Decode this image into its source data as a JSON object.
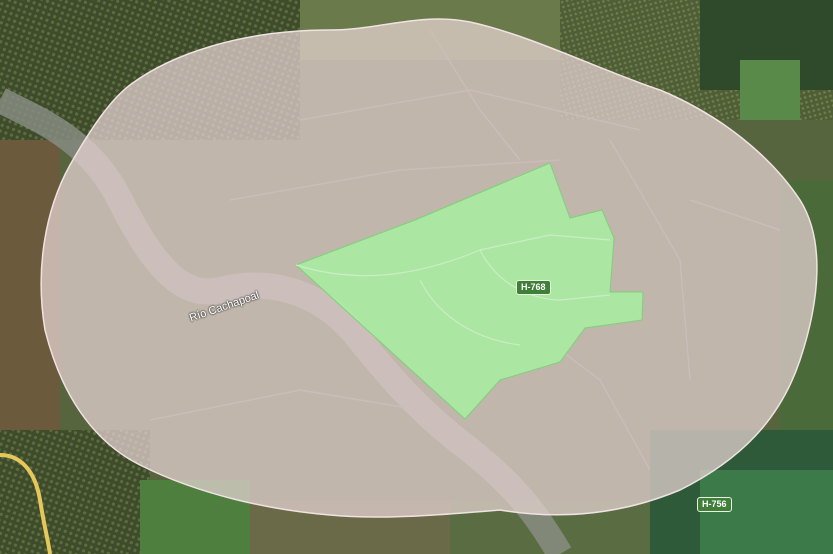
{
  "map": {
    "labels": {
      "river": "Río Cachapoal",
      "road_h768": "H-768",
      "road_h756": "H-756"
    },
    "overlays": {
      "buffer_zone_color": "#e9d5d5",
      "parcel_color": "#a6f0a0"
    },
    "colors": {
      "road_badge": "#3f7f3a",
      "road_yellow": "#e6c75a"
    }
  }
}
